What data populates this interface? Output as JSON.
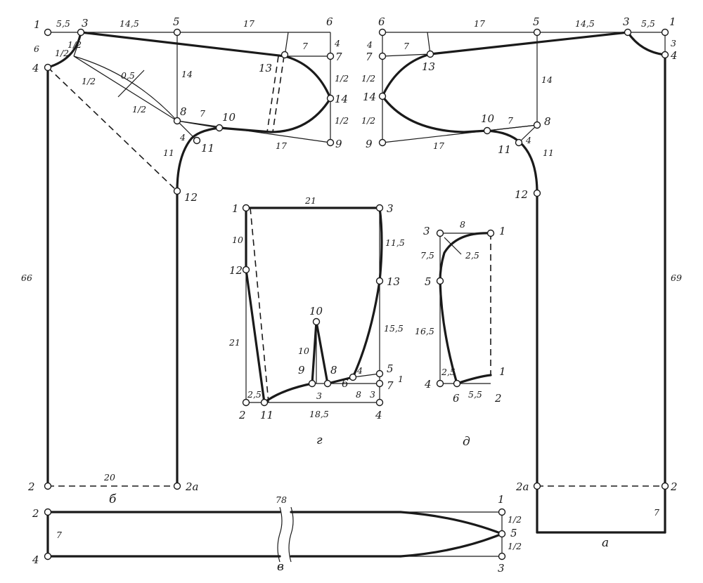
{
  "piece_a": {
    "caption": "а",
    "points": {
      "p1": "1",
      "p2": "2",
      "p2a": "2а",
      "p3": "3",
      "p4": "4",
      "p5": "5",
      "p6": "6",
      "p7": "7",
      "p8": "8",
      "p9": "9",
      "p10": "10",
      "p11": "11",
      "p12": "12",
      "p13": "13",
      "p14": "14"
    },
    "dims": {
      "d1_3": "5,5",
      "d3_5": "14,5",
      "d5_6": "17",
      "d1_4": "3",
      "d6_7": "4",
      "d7_13": "7",
      "d7_14": "1/2",
      "d14_9": "1/2",
      "d5_8": "14",
      "d8_10": "7",
      "d8_11": "4",
      "d8_12": "11",
      "d4_2": "69",
      "d2_bottom": "7"
    }
  },
  "piece_b": {
    "caption": "б",
    "points": {
      "p1": "1",
      "p2": "2",
      "p2a": "2а",
      "p3": "3",
      "p4": "4",
      "p5": "5",
      "p6": "6",
      "p7": "7",
      "p8": "8",
      "p9": "9",
      "p10": "10",
      "p11": "11",
      "p12": "12",
      "p13": "13",
      "p14": "14"
    },
    "dims": {
      "d1_3": "5,5",
      "d3_5": "14,5",
      "d5_6": "17",
      "d1_4": "6",
      "d3_half1": "1/2",
      "d3_half2": "1/2",
      "d_diag_a": "1/2",
      "d_diag_b": "1/2",
      "d_bulge": "0,5",
      "d6_7": "4",
      "d7_13": "7",
      "d7_14": "1/2",
      "d14_9": "1/2",
      "d5_8": "14",
      "d8_10": "7",
      "d8_11": "4",
      "d8_12": "11",
      "d9_17": "17",
      "d1_2": "66",
      "d2_2a": "20"
    }
  },
  "piece_v": {
    "caption": "в",
    "points": {
      "p1": "1",
      "p2": "2",
      "p3": "3",
      "p4": "4",
      "p5": "5"
    },
    "dims": {
      "length": "78",
      "width": "7",
      "half_top": "1/2",
      "half_bottom": "1/2"
    }
  },
  "piece_g": {
    "caption": "г",
    "points": {
      "p1": "1",
      "p2": "2",
      "p3": "3",
      "p4": "4",
      "p5": "5",
      "p6": "6",
      "p7": "7",
      "p8": "8",
      "p9": "9",
      "p10": "10",
      "p11": "11",
      "p12": "12",
      "p13": "13"
    },
    "dims": {
      "top": "21",
      "d1_12": "10",
      "d12_2": "21",
      "d3_13": "11,5",
      "d13_5": "15,5",
      "bottom": "18,5",
      "d2_11": "2,5",
      "dart": "10",
      "d9_8": "3",
      "d6_4": "4",
      "d8_7": "8",
      "d7_4": "3",
      "d5_7": "1"
    }
  },
  "piece_d": {
    "caption": "д",
    "points": {
      "p1a": "1",
      "p1b": "1",
      "p2": "2",
      "p3": "3",
      "p4": "4",
      "p5": "5",
      "p6": "6"
    },
    "dims": {
      "top": "8",
      "d3_5": "7,5",
      "curve": "2,5",
      "d5_4": "16,5",
      "d4_6": "2,5",
      "d6_2": "5,5"
    }
  }
}
